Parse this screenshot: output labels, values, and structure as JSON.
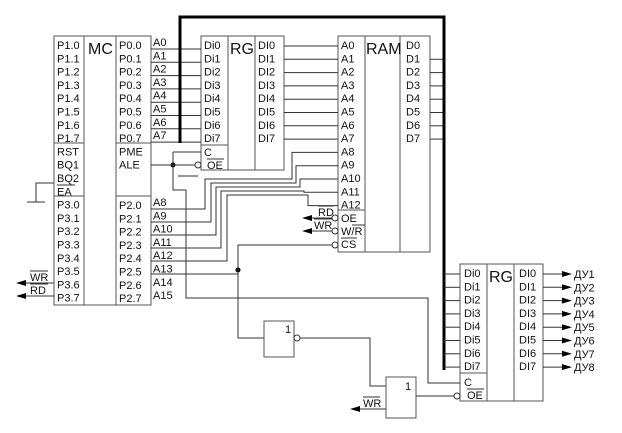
{
  "mc": {
    "title": "MC",
    "left_pins": [
      "P1.0",
      "P1.1",
      "P1.2",
      "P1.3",
      "P1.4",
      "P1.5",
      "P1.6",
      "P1.7",
      "RST",
      "BQ1",
      "BQ2",
      "EA",
      "P3.0",
      "P3.1",
      "P3.2",
      "P3.3",
      "P3.4",
      "P3.5",
      "P3.6",
      "P3.7"
    ],
    "right_pins_top": [
      "P0.0",
      "P0.1",
      "P0.2",
      "P0.3",
      "P0.4",
      "P0.5",
      "P0.6",
      "P0.7",
      "PME",
      "ALE"
    ],
    "right_pins_bottom": [
      "P2.0",
      "P2.1",
      "P2.2",
      "P2.3",
      "P2.4",
      "P2.5",
      "P2.6",
      "P2.7"
    ],
    "addr_low": [
      "A0",
      "A1",
      "A2",
      "A3",
      "A4",
      "A5",
      "A6",
      "A7"
    ],
    "addr_high": [
      "A8",
      "A9",
      "A10",
      "A11",
      "A12",
      "A13",
      "A14",
      "A15"
    ],
    "wr_label": "WR",
    "rd_label": "RD"
  },
  "rg1": {
    "title": "RG",
    "inputs": [
      "Di0",
      "Di1",
      "Di2",
      "Di3",
      "Di4",
      "Di5",
      "Di6",
      "Di7"
    ],
    "outputs": [
      "DI0",
      "DI1",
      "DI2",
      "DI3",
      "DI4",
      "DI5",
      "DI6",
      "DI7"
    ],
    "c_label": "C",
    "oe_label": "OE"
  },
  "ram": {
    "title": "RAM",
    "addr": [
      "A0",
      "A1",
      "A2",
      "A3",
      "A4",
      "A5",
      "A6",
      "A7",
      "A8",
      "A9",
      "A10",
      "A11",
      "A12"
    ],
    "data": [
      "D0",
      "D1",
      "D2",
      "D3",
      "D4",
      "D5",
      "D6",
      "D7"
    ],
    "oe_label": "OE",
    "wr_label": "W/R",
    "cs_label": "CS",
    "rd_signal": "RD",
    "wr_signal": "WR"
  },
  "rg2": {
    "title": "RG",
    "inputs": [
      "Di0",
      "Di1",
      "Di2",
      "Di3",
      "Di4",
      "Di5",
      "Di6",
      "Di7"
    ],
    "outputs": [
      "DI0",
      "DI1",
      "DI2",
      "DI3",
      "DI4",
      "DI5",
      "DI6",
      "DI7"
    ],
    "c_label": "C",
    "oe_label": "OE",
    "out_signals": [
      "ДУ1",
      "ДУ2",
      "ДУ3",
      "ДУ4",
      "ДУ5",
      "ДУ6",
      "ДУ7",
      "ДУ8"
    ]
  },
  "gates": {
    "not_label": "1",
    "or_label": "1",
    "or_wr_signal": "WR"
  }
}
